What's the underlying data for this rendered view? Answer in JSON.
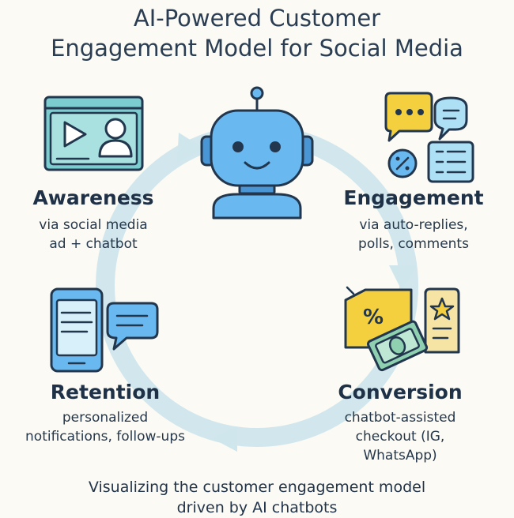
{
  "title": {
    "line1": "AI-Powered Customer",
    "line2": "Engagement Model for Social Media"
  },
  "stages": {
    "awareness": {
      "title": "Awareness",
      "desc": [
        "via social media",
        "ad + chatbot"
      ]
    },
    "engagement": {
      "title": "Engagement",
      "desc": [
        "via auto-replies,",
        "polls, comments"
      ]
    },
    "retention": {
      "title": "Retention",
      "desc": [
        "personalized",
        "notifications, follow-ups"
      ]
    },
    "conversion": {
      "title": "Conversion",
      "desc": [
        "chatbot-assisted",
        "checkout (IG,",
        "WhatsApp)"
      ]
    }
  },
  "icons": {
    "awareness": "video-ad-icon",
    "center": "chatbot-robot-icon",
    "engagement": "chat-poll-icons",
    "retention": "phone-message-icon",
    "conversion": "coupon-cash-icon",
    "coupon_symbol": "%"
  },
  "caption": {
    "line1": "Visualizing the customer engagement model",
    "line2": "driven by AI chatbots"
  },
  "colors": {
    "cycle_arrow": "#cfe6ec",
    "robot_blue": "#6ab8f0",
    "outline": "#22374d",
    "teal": "#6fc7cb",
    "yellow": "#f4d03f",
    "light_blue": "#aee0f5",
    "green": "#8ed0b0"
  }
}
